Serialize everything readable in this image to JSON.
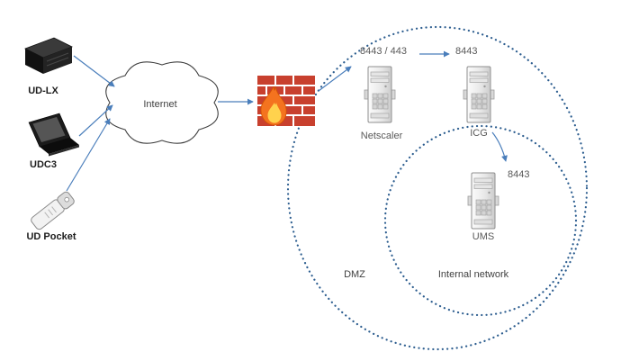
{
  "diagram": {
    "devices": [
      {
        "label": "UD-LX",
        "icon": "thin-client-icon"
      },
      {
        "label": "UDC3",
        "icon": "laptop-icon"
      },
      {
        "label": "UD Pocket",
        "icon": "usb-stick-icon"
      }
    ],
    "internet": {
      "label": "Internet",
      "icon": "cloud-icon"
    },
    "firewall": {
      "icon": "firewall-brick-wall-flame-icon"
    },
    "nodes": [
      {
        "label": "Netscaler",
        "port": "8443 / 443",
        "icon": "server-icon"
      },
      {
        "label": "ICG",
        "port": "8443",
        "icon": "server-icon"
      },
      {
        "label": "UMS",
        "port": "8443",
        "icon": "server-icon"
      }
    ],
    "zones": [
      {
        "label": "DMZ"
      },
      {
        "label": "Internal network"
      }
    ],
    "colors": {
      "arrow_blue": "#4a7ebb",
      "zone_dotted_blue": "#2c5d8f",
      "brick_red": "#c8402e",
      "flame_orange": "#f4731f",
      "flame_yellow": "#ffd24d",
      "label_gray": "#595959"
    }
  }
}
